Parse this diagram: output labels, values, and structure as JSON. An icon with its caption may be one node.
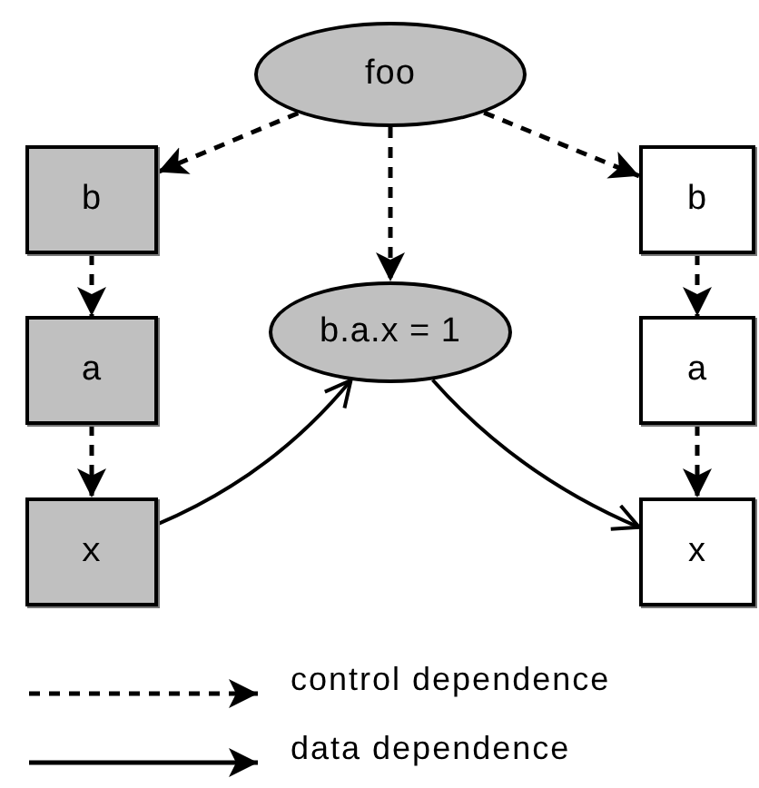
{
  "diagram": {
    "nodes": [
      {
        "text": [
          "foo"
        ]
      },
      {
        "text": [
          "b"
        ]
      },
      {
        "text": [
          "a"
        ]
      },
      {
        "text": [
          "x"
        ]
      },
      {
        "text": [
          "b.a.x = 1"
        ]
      },
      {
        "text": [
          "b"
        ]
      },
      {
        "text": [
          "a"
        ]
      },
      {
        "text": [
          "x"
        ]
      }
    ],
    "edges": [
      {
        "from": 0,
        "to": 1,
        "arrow": "to",
        "style": "dashed"
      },
      {
        "from": 0,
        "to": 4,
        "arrow": "to",
        "style": "dashed"
      },
      {
        "from": 0,
        "to": 5,
        "arrow": "to",
        "style": "dashed"
      },
      {
        "from": 1,
        "to": 2,
        "arrow": "to",
        "style": "dashed"
      },
      {
        "from": 2,
        "to": 3,
        "arrow": "to",
        "style": "dashed"
      },
      {
        "from": 5,
        "to": 6,
        "arrow": "to",
        "style": "dashed"
      },
      {
        "from": 6,
        "to": 7,
        "arrow": "to",
        "style": "dashed"
      },
      {
        "from": 3,
        "to": 4,
        "arrow": "to"
      },
      {
        "from": 4,
        "to": 7,
        "arrow": "to"
      }
    ],
    "legend": [
      {
        "text": "control dependence"
      },
      {
        "text": "data dependence"
      }
    ]
  }
}
